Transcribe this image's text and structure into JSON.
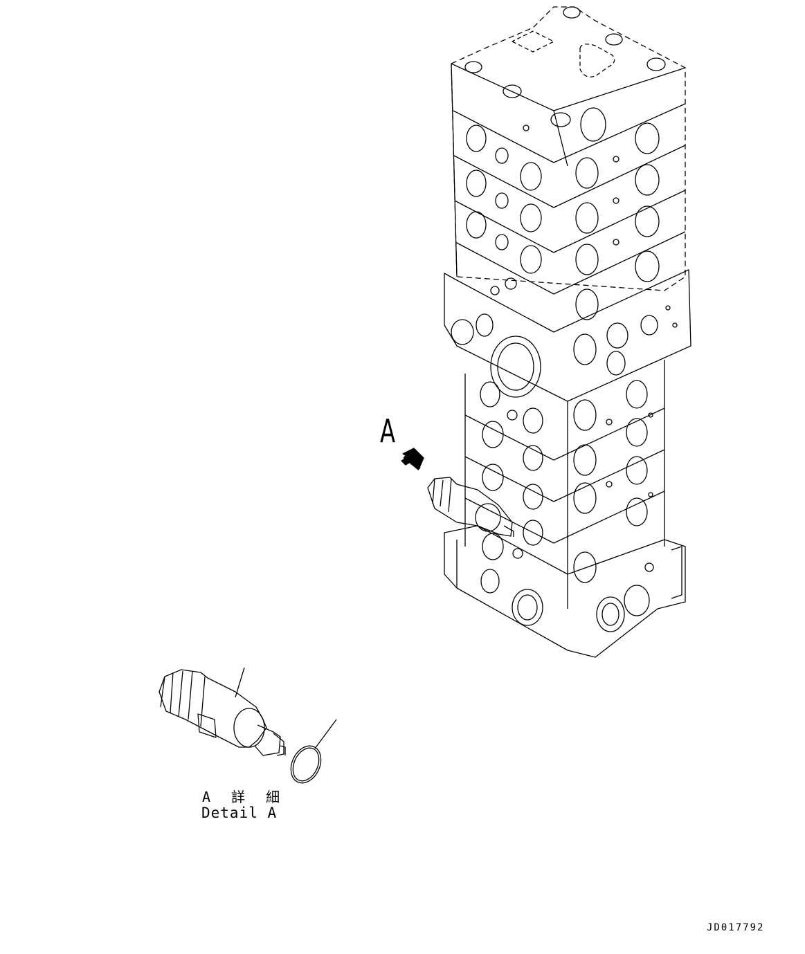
{
  "callout": {
    "label": "A"
  },
  "detail": {
    "label_jp": "A 詳 細",
    "label_en": "Detail A"
  },
  "drawing_id": "JD017792"
}
